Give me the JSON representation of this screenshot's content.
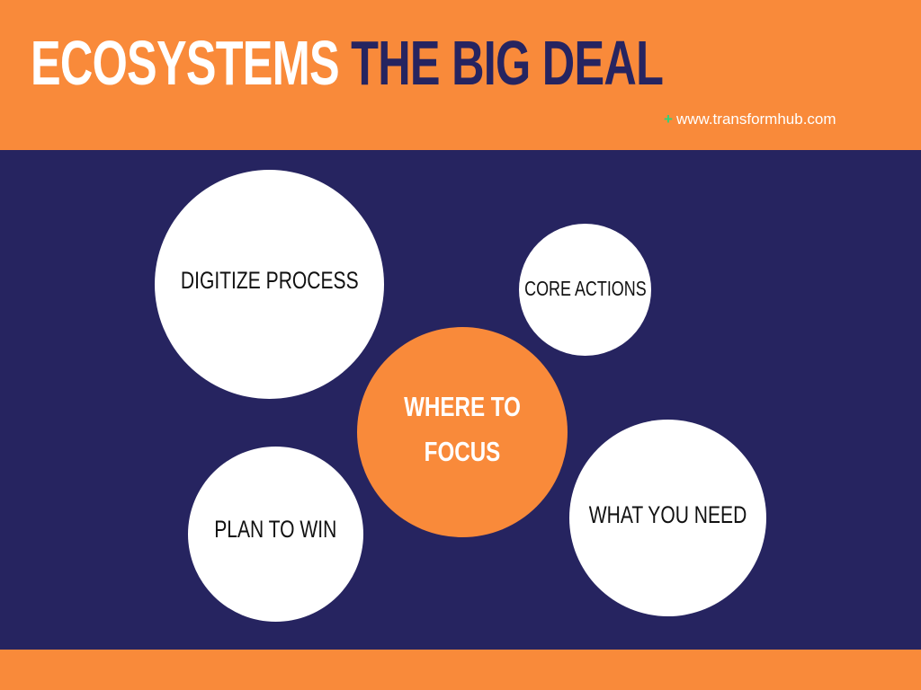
{
  "header": {
    "title_part1": "ECOSYSTEMS",
    "title_part2": "THE BIG DEAL",
    "website": "www.transformhub.com",
    "website_icon": "plus-icon"
  },
  "diagram": {
    "center": "WHERE TO FOCUS",
    "nodes": [
      "DIGITIZE PROCESS",
      "CORE ACTIONS",
      "PLAN TO WIN",
      "WHAT YOU NEED"
    ]
  },
  "colors": {
    "orange": "#F98A3A",
    "navy": "#262460",
    "white": "#FFFFFF",
    "green_accent": "#2FD27A"
  }
}
